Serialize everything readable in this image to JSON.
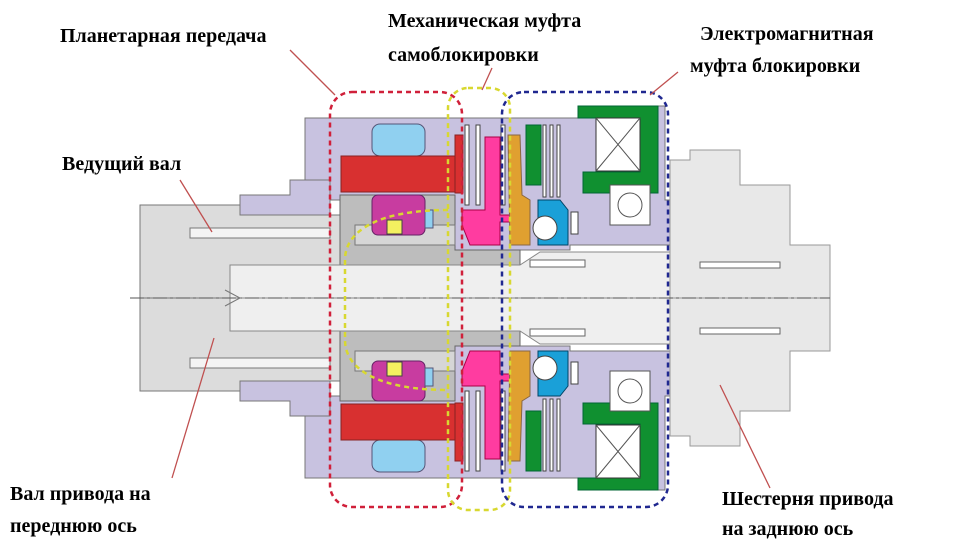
{
  "labels": {
    "planetary": "Планетарная передача",
    "mech_clutch_1": "Механическая муфта",
    "mech_clutch_2": "самоблокировки",
    "em_clutch_1": "Электромагнитная",
    "em_clutch_2": "муфта блокировки",
    "drive_shaft": "Ведущий вал",
    "front_shaft_1": "Вал привода на",
    "front_shaft_2": "переднюю ось",
    "rear_gear_1": "Шестерня привода",
    "rear_gear_2": "на заднюю ось"
  },
  "colors": {
    "planetary_outline": "#d0203a",
    "mech_clutch_outline": "#d8d830",
    "em_clutch_outline": "#202890",
    "leader_line": "#c05050",
    "housing": "#c8c2e0",
    "ring_gear": "#d83030",
    "pinion": "#90d0f0",
    "sun_gear": "#c83ca0",
    "cam": "#ff3ca0",
    "armature": "#e0a030",
    "coil_yoke": "#109030",
    "ball_ramp": "#1aa0d8"
  }
}
